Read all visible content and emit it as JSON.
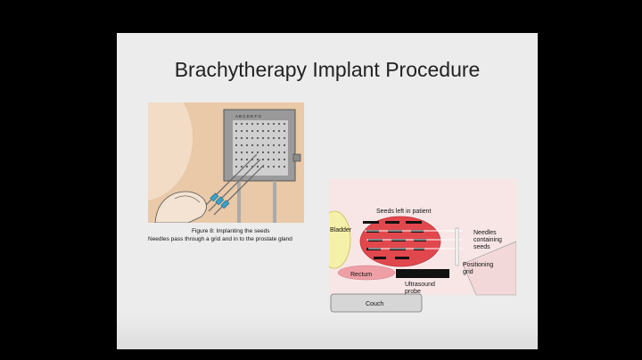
{
  "slide": {
    "title": "Brachytherapy Implant Procedure"
  },
  "figure_left": {
    "grid_letters": "A B C D E F G",
    "caption_line1": "Figure 8:  Implanting the seeds",
    "caption_line2": "Needles pass through a grid and in to the prostate gland"
  },
  "figure_right": {
    "labels": {
      "seeds": "Seeds left in patient",
      "bladder": "Bladder",
      "needles": "Needles containing seeds",
      "positioning": "Positioning grid",
      "rectum": "Rectum",
      "ultrasound": "Ultrasound probe",
      "couch": "Couch"
    }
  }
}
